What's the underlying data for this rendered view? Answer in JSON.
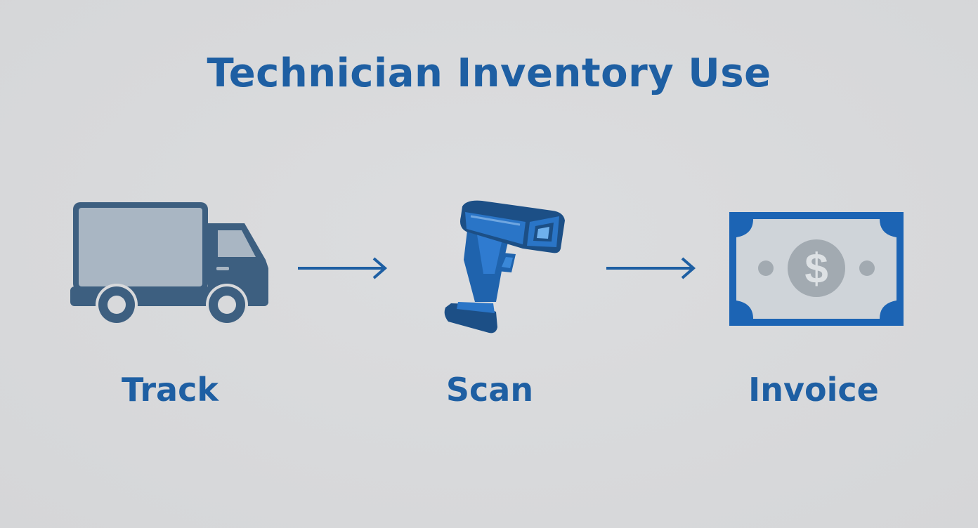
{
  "title": "Technician Inventory Use",
  "steps": [
    {
      "label": "Track",
      "icon": "truck-icon"
    },
    {
      "label": "Scan",
      "icon": "barcode-scanner-icon"
    },
    {
      "label": "Invoice",
      "icon": "dollar-bill-icon"
    }
  ],
  "bill_symbol": "$",
  "colors": {
    "background": "#d8d9db",
    "title_text": "#1e5fa3",
    "truck_body": "#3d5f80",
    "truck_cargo": "#a9b6c3",
    "arrow": "#1e5fa3",
    "scanner": "#1f63ad",
    "bill_border": "#1c64b4",
    "bill_face": "#cfd4d9"
  }
}
